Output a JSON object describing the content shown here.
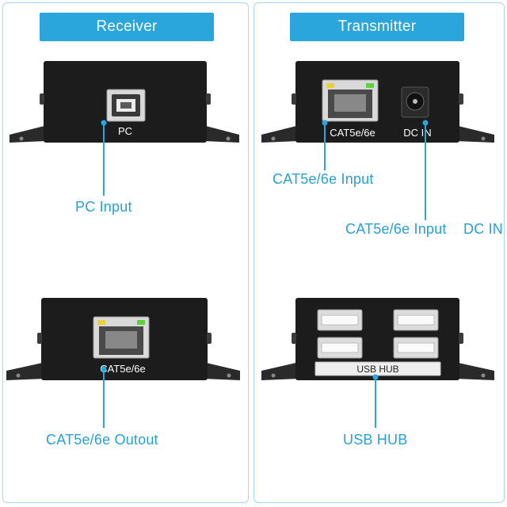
{
  "receiver": {
    "title": "Receiver",
    "pc_port_label": "PC",
    "pc_callout": "PC Input",
    "cat_port_label": "CAT5e/6e",
    "cat_callout": "CAT5e/6e Outout"
  },
  "transmitter": {
    "title": "Transmitter",
    "cat_port_label": "CAT5e/6e",
    "dc_port_label": "DC IN",
    "cat_callout": "CAT5e/6e Input",
    "cat_dc_callout": "CAT5e/6e Input",
    "dc_callout": "DC IN",
    "usb_port_label": "USB HUB",
    "usb_callout": "USB HUB"
  },
  "colors": {
    "accent": "#2aa6dc",
    "panel_border": "#a9d8ee",
    "device_body": "#1c1c1c",
    "callout_text": "#2a9fd6",
    "led_green": "#5fd23a",
    "led_yellow": "#e8d23a"
  }
}
